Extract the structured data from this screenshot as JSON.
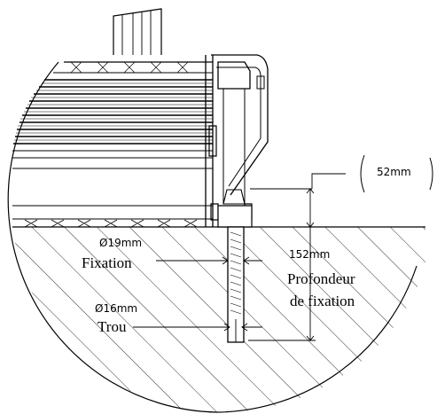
{
  "labels": {
    "top_dim": "52mm",
    "fixing_diameter": "Ø19mm",
    "fixing": "Fixation",
    "depth_dim": "152mm",
    "depth_line1": "Profondeur",
    "depth_line2": "de fixation",
    "hole_diameter": "Ø16mm",
    "hole": "Trou"
  },
  "colors": {
    "stroke": "#000000",
    "background": "#ffffff"
  }
}
